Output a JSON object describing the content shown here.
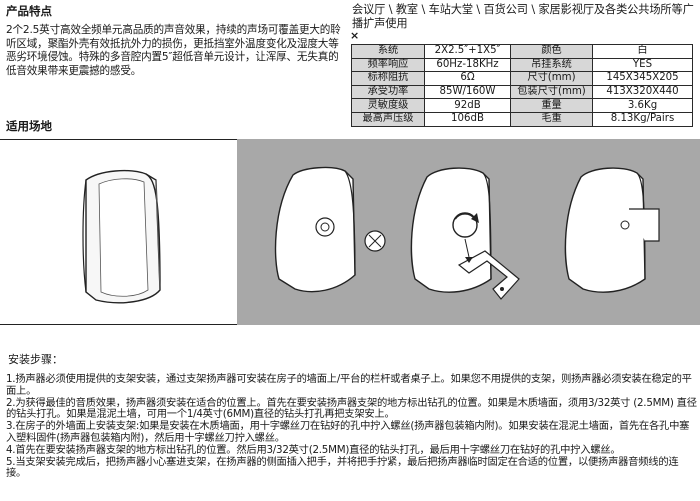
{
  "features": {
    "heading": "产品特点",
    "paragraph": "2个2.5英寸高效全频单元高品质的声音效果，持续的声场可覆盖更大的聆听区域，聚酯外壳有效抵抗外力的损伤，更抵挡室外温度变化及湿度大等恶劣环境侵蚀。特殊的多音腔内置5″超低音单元设计，让浑厚、无失真的低音效果带来更震撼的感受。"
  },
  "scenes": {
    "heading": "适用场地",
    "venues": "会议厅 \\ 教室 \\ 车站大堂 \\ 百货公司 \\ 家居影视厅及各类公共场所等广播扩声使用",
    "close_glyph": "×"
  },
  "specs": {
    "rows": [
      [
        "系统",
        "2X2.5″+1X5″",
        "颜色",
        "白"
      ],
      [
        "频率响应",
        "60Hz-18KHz",
        "吊挂系统",
        "YES"
      ],
      [
        "标称阻抗",
        "6Ω",
        "尺寸(mm)",
        "145X345X205"
      ],
      [
        "承受功率",
        "85W/160W",
        "包装尺寸(mm)",
        "413X320X440"
      ],
      [
        "灵敏度级",
        "92dB",
        "重量",
        "3.6Kg"
      ],
      [
        "最高声压级",
        "106dB",
        "毛重",
        "8.13Kg/Pairs"
      ]
    ]
  },
  "installation": {
    "heading": "安装步骤：",
    "steps": [
      "1.扬声器必须使用提供的支架安装，通过支架扬声器可安装在房子的墙面上/平台的栏杆或者桌子上。如果您不用提供的支架，则扬声器必须安装在稳定的平面上。",
      "2.为获得最佳的音质效果，扬声器须安装在适合的位置上。首先在要安装扬声器支架的地方标出钻孔的位置。如果是木质墙面，须用3/32英寸 (2.5MM) 直径的钻头打孔。如果是混泥土墙，可用一个1/4英寸(6MM)直径的钻头打孔再把支架安上。",
      "3.在房子的外墙面上安装支架:如果是安装在木质墙面，用十字螺丝刀在钻好的孔中拧入螺丝(扬声器包装箱内附)。如果安装在混泥土墙面，首先在各孔中塞入塑料固件(扬声器包装箱内附)，然后用十字螺丝刀拧入螺丝。",
      "4.首先在要安装扬声器支架的地方标出钻孔的位置。然后用3/32英寸(2.5MM)直径的钻头打孔，最后用十字螺丝刀在钻好的孔中拧入螺丝。",
      "5.当支架安装完成后，把扬声器小心塞进支架，在扬声器的侧面插入把手，并将把手拧紧，最后把扬声器临时固定在合适的位置，以便扬声器音频线的连接。"
    ]
  },
  "colors": {
    "panel_gray": "#a8a8a8",
    "table_header_gray": "#d7d7d7",
    "line": "#222222"
  }
}
